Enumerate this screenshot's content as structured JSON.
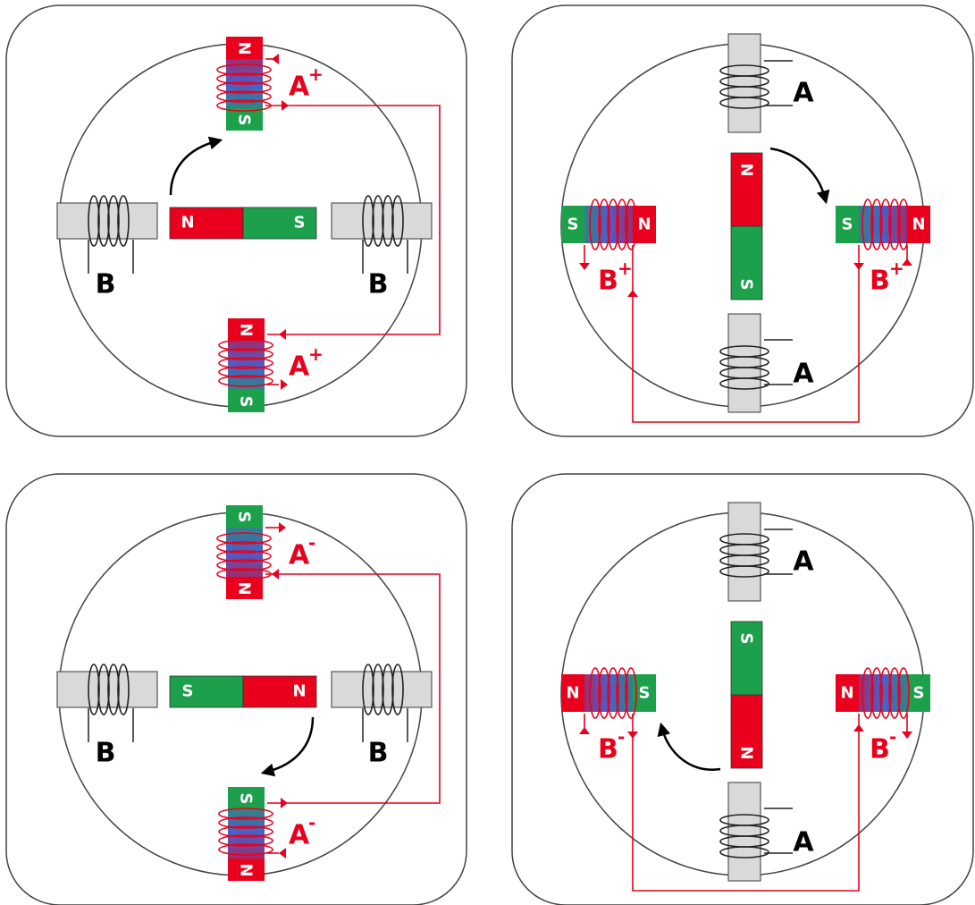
{
  "colors": {
    "red": "#e8001c",
    "green": "#1ca04c",
    "coreGray": "#d9d9d9",
    "wire": "#e8001c",
    "outline": "#444444",
    "blue": "#3a5fd0"
  },
  "panels": [
    {
      "id": "p1",
      "rotor": {
        "orientation": "horizontal",
        "left": "N",
        "right": "S"
      },
      "topPole": {
        "upper": "N",
        "lower": "S",
        "energized": true
      },
      "bottomPole": {
        "upper": "N",
        "lower": "S",
        "energized": true
      },
      "labels": {
        "topCoil": "A",
        "topSup": "+",
        "bottomCoil": "A",
        "bottomSup": "+",
        "leftCoil": "B",
        "rightCoil": "B"
      }
    },
    {
      "id": "p2",
      "rotor": {
        "orientation": "vertical",
        "top": "N",
        "bottom": "S"
      },
      "leftPole": {
        "left": "S",
        "right": "N",
        "energized": true
      },
      "rightPole": {
        "left": "S",
        "right": "N",
        "energized": true
      },
      "labels": {
        "topCoil": "A",
        "bottomCoil": "A",
        "leftCoil": "B",
        "leftSup": "+",
        "rightCoil": "B",
        "rightSup": "+"
      }
    },
    {
      "id": "p3",
      "rotor": {
        "orientation": "horizontal",
        "left": "S",
        "right": "N"
      },
      "topPole": {
        "upper": "S",
        "lower": "N",
        "energized": true
      },
      "bottomPole": {
        "upper": "S",
        "lower": "N",
        "energized": true
      },
      "labels": {
        "topCoil": "A",
        "topSup": "-",
        "bottomCoil": "A",
        "bottomSup": "-",
        "leftCoil": "B",
        "rightCoil": "B"
      }
    },
    {
      "id": "p4",
      "rotor": {
        "orientation": "vertical",
        "top": "S",
        "bottom": "N"
      },
      "leftPole": {
        "left": "N",
        "right": "S",
        "energized": true
      },
      "rightPole": {
        "left": "N",
        "right": "S",
        "energized": true
      },
      "labels": {
        "topCoil": "A",
        "bottomCoil": "A",
        "leftCoil": "B",
        "leftSup": "-",
        "rightCoil": "B",
        "rightSup": "-"
      }
    }
  ]
}
